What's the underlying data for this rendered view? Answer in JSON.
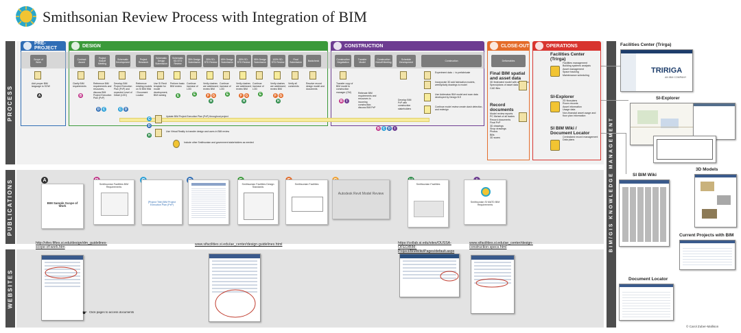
{
  "title": "Smithsonian Review Process with Integration of BIM",
  "colors": {
    "preproject": "#2f6db5",
    "design": "#3b9a3a",
    "construction": "#6d3c91",
    "closeout": "#e46c2a",
    "operations": "#d8342f",
    "sidebar": "#4d4d4d",
    "band": "#e3e3e3",
    "highlight": "#f7ec9c"
  },
  "side_labels": {
    "process": "PROCESS",
    "publications": "PUBLICATIONS",
    "websites": "WEBSITES",
    "km": "BIM/GIS KNOWLEDGE MANAGEMENT"
  },
  "phases": [
    {
      "name": "PRE-PROJECT",
      "color": "#2f6db5"
    },
    {
      "name": "DESIGN",
      "color": "#3b9a3a"
    },
    {
      "name": "CONSTRUCTION",
      "color": "#6d3c91"
    },
    {
      "name": "CLOSE-OUT",
      "color": "#e46c2a"
    },
    {
      "name": "OPERATIONS",
      "color": "#d8342f"
    }
  ],
  "steps": [
    "Scope of Work",
    "Contract Award",
    "Project Kickoff Meeting",
    "Schematic Development",
    "Project Research",
    "Schematic Design Submission",
    "Schematic SD-STD Review",
    "35% Design Submission",
    "35% SD-STD Review",
    "65% Design Submission",
    "65% SD-STD Review",
    "95% Design Submission",
    "100% SD-STD Review",
    "Final Submission",
    "Backcheck",
    "Construction Negotiation",
    "Transfer Model",
    "Construction Kickoff Meeting",
    "Schedule Development",
    "Construction",
    "Deliverables"
  ],
  "step_notes": [
    "Add proper BIM language to SOW",
    "Clarify BIM requirements",
    "Reference BIM requirements and resources, discuss BIM Project Execution Plan (PxP)",
    "Develop BIM Project Execution Plan (PxP) and expected Level of Detail (LOD)",
    "Reference existing models on SI BIM Wiki / Document Locator",
    "Use SI Revit template for model development, BIM naming",
    "Perform basic BIM review",
    "Continue increase of LOD",
    "Verify clashes are addressed; review BIM",
    "Continue increase of LOD",
    "Verify clashes are addressed; review BIM",
    "Continue increase of LOD",
    "Verify clashes are addressed; review BIM",
    "Verify all comments",
    "Resolve record design model and documents",
    "Transfer copy of BIM model to construction manager (CM)",
    "Reiterate BIM requirements and resources to incoming construction; discuss BIM PxP",
    "Develop BIM PxP with construction stakeholders"
  ],
  "center_notes": [
    "Update BIM Project Execution Plan (PxP) throughout project",
    "Use Virtual Reality to transfer design and users in BIM review",
    "Include other Smithsonian and government stakeholders as needed"
  ],
  "construction_notes": [
    "Experiment data ☆ to prefabricate",
    "Incorporate 3D add fabrication models, weekly/daily drawings to model",
    "Use Addendum BIM model and scan data developed by Design B.E",
    "Continue model review create clash detection, and redesign"
  ],
  "closeout": {
    "final_title": "Final BIM spatial and asset data",
    "final_items": [
      "3D federated model with asset data",
      "Specs/plans of asset data",
      "CAD files"
    ],
    "record_title": "Record documents",
    "record_items": [
      "Model review reports",
      "PC file/set of all trades",
      "Record documents",
      "Final PxP",
      "3D drawings",
      "Shop drawings",
      "Photos",
      "Bills",
      "3D scans"
    ]
  },
  "operations": {
    "fc_title": "Facilities Center (Trirga)",
    "fc_items": [
      "Facilities management",
      "Building systems analysis",
      "Asset management",
      "Space tracking",
      "Maintenance scheduling"
    ],
    "sie_title": "SI-Explorer",
    "sie_items": [
      "2D floorplans",
      "Room records",
      "Asset information",
      "Usage data",
      "Non-financial asset usage and floor plan information"
    ],
    "wiki_title": "SI BIM Wiki / Document Locator",
    "wiki_items": [
      "Centralized record management",
      "Data plans"
    ]
  },
  "publications": [
    {
      "letter": "A",
      "color": "#333333",
      "text": "BIM Sample Scope of Work"
    },
    {
      "letter": "B",
      "color": "#c2368a",
      "text": "Smithsonian Facilities BIM Requirements"
    },
    {
      "letter": "C",
      "color": "#2ba0d8",
      "text": "[Project Title] BIM Project Execution Plan (PxP)"
    },
    {
      "letter": "D",
      "color": "#2f6db5",
      "text": ""
    },
    {
      "letter": "E",
      "color": "#3b9a3a",
      "text": "Smithsonian Facilities Design Standards"
    },
    {
      "letter": "F",
      "color": "#e46c2a",
      "text": "Smithsonian Facilities"
    },
    {
      "letter": "G",
      "color": "#f0a030",
      "text": "Autodesk Revit Model Review"
    },
    {
      "letter": "H",
      "color": "#2e8b4a",
      "text": "Smithsonian Facilities"
    },
    {
      "letter": "I",
      "color": "#6d3c91",
      "text": "Smithsonian SI MATD BIM Requirements"
    }
  ],
  "urls": [
    "http://ofeo.fiftes.si.edu/design/dm_guidelines-scope-of-work.htm",
    "www.sifacilities.si.edu/ae_center/design-guidelines.html",
    "https://collab.si.edu/sites/OUSSA-OFEO/BIM-Project/BIMWiki/Pages/default.aspx",
    "www.sifacilities.si.edu/ae_center/design-construction-specs.html"
  ],
  "web_caption": "Click pages to access documents",
  "km_labels": {
    "fc": "Facilities Center (Trirga)",
    "trirga": "TRIRIGA",
    "trirga_sub": "AN IBM COMPANY",
    "sie": "SI-Explorer",
    "wiki": "SI BIM Wiki",
    "models": "3D Models",
    "current": "Current Projects with BIM",
    "doclocator": "Document Locator"
  },
  "credit": "© Carol Zuber-Mallison"
}
